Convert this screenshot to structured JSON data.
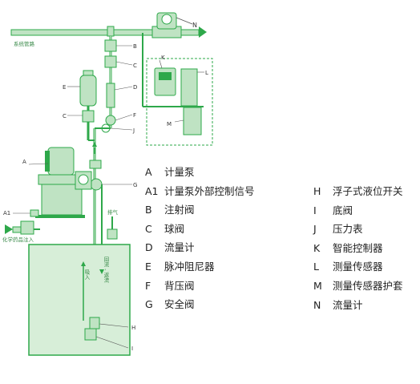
{
  "diagram_labels": {
    "system_pipe": "系统管路",
    "chemical_inlet": "化学药品注入",
    "exhaust": "排气",
    "suction": "吸入",
    "return_flow": "回流 - 返流",
    "N": "N",
    "B": "B",
    "C": "C",
    "D": "D",
    "E": "E",
    "F": "F",
    "J": "J",
    "K": "K",
    "L": "L",
    "M": "M",
    "G": "G",
    "A": "A",
    "A1": "A1",
    "H": "H",
    "I": "I",
    "C2": "C"
  },
  "legend_left": [
    {
      "key": "A",
      "text": "计量泵"
    },
    {
      "key": "A1",
      "text": "计量泵外部控制信号"
    },
    {
      "key": "B",
      "text": "注射阀"
    },
    {
      "key": "C",
      "text": "球阀"
    },
    {
      "key": "D",
      "text": "流量计"
    },
    {
      "key": "E",
      "text": "脉冲阻尼器"
    },
    {
      "key": "F",
      "text": "背压阀"
    },
    {
      "key": "G",
      "text": "安全阀"
    }
  ],
  "legend_right": [
    {
      "key": "H",
      "text": "浮子式液位开关"
    },
    {
      "key": "I",
      "text": "底阀"
    },
    {
      "key": "J",
      "text": "压力表"
    },
    {
      "key": "K",
      "text": "智能控制器"
    },
    {
      "key": "L",
      "text": "测量传感器"
    },
    {
      "key": "M",
      "text": "测量传感器护套"
    },
    {
      "key": "N",
      "text": "流量计"
    }
  ],
  "colors": {
    "green": "#2ea84a",
    "light_green": "#bfe3c3",
    "tank_fill": "#d7eed8",
    "outline": "#333333"
  }
}
